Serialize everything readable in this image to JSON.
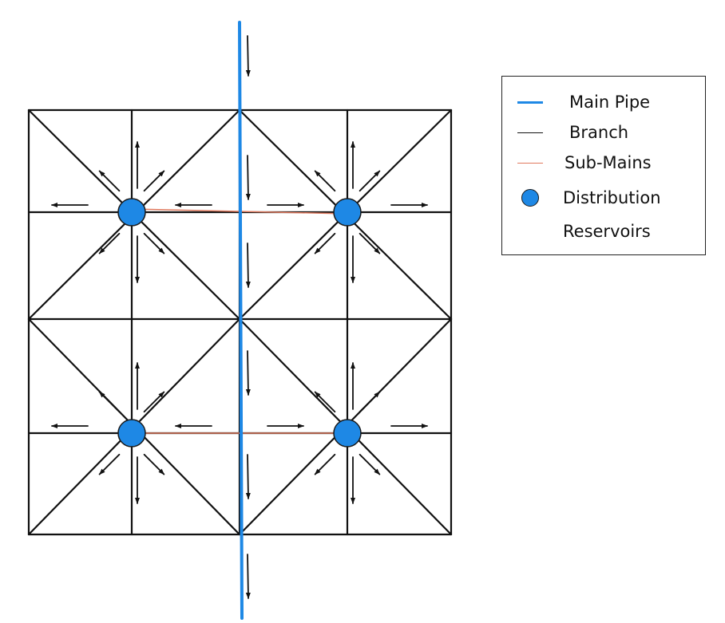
{
  "colors": {
    "main_pipe": "#1e88e5",
    "branch": "#111111",
    "sub_mains": "#e07a5f",
    "reservoir_fill": "#1e88e5"
  },
  "legend": {
    "items": [
      {
        "label": "Main Pipe",
        "symbol": "blue-line"
      },
      {
        "label": "Branch",
        "symbol": "black-line"
      },
      {
        "label": "Sub-Mains",
        "symbol": "orange-line"
      },
      {
        "label": "Distribution",
        "label2": "Reservoirs",
        "symbol": "blue-dot"
      }
    ]
  },
  "diagram": {
    "reservoir_count": 4,
    "flow_description": "arrows"
  }
}
